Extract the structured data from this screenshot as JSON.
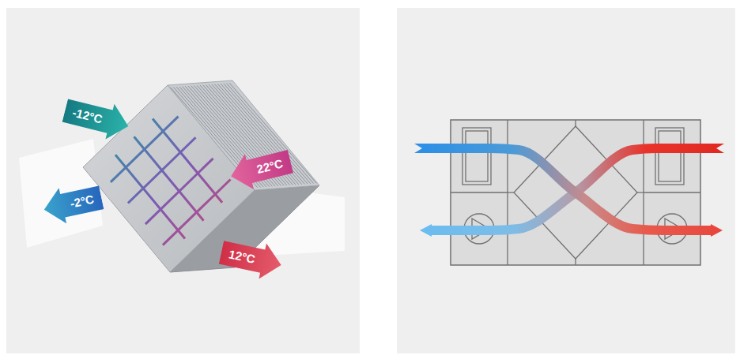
{
  "diagram": {
    "nodes": [
      {
        "text": [
          "-12°C"
        ]
      },
      {
        "text": [
          "22°C"
        ]
      },
      {
        "text": [
          "-2°C"
        ]
      },
      {
        "text": [
          "12°C"
        ]
      }
    ]
  }
}
